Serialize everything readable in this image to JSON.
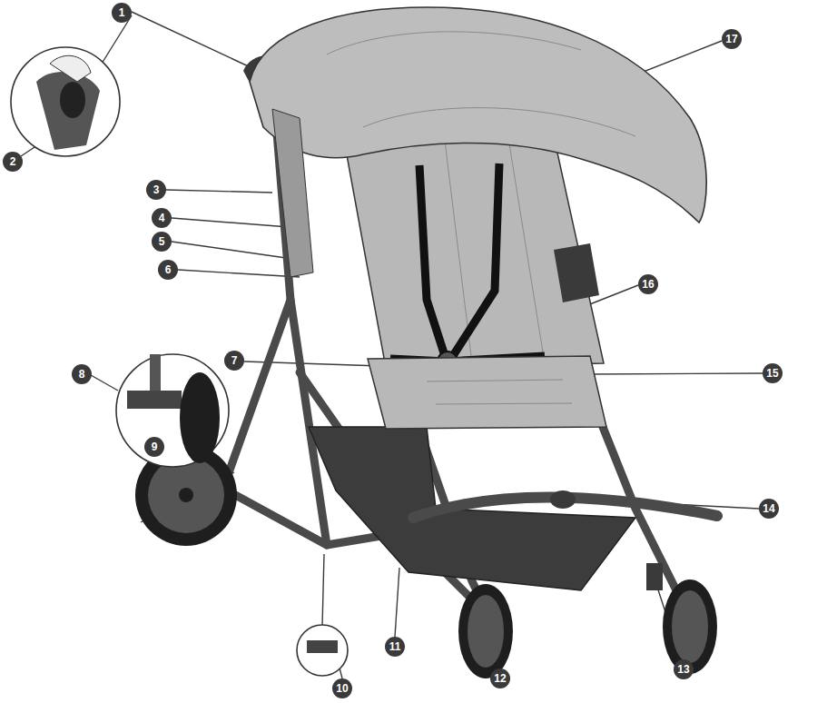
{
  "diagram": {
    "labels": [
      "1",
      "2",
      "3",
      "4",
      "5",
      "6",
      "7",
      "8",
      "9",
      "10",
      "11",
      "12",
      "13",
      "14",
      "15",
      "16",
      "17"
    ]
  }
}
